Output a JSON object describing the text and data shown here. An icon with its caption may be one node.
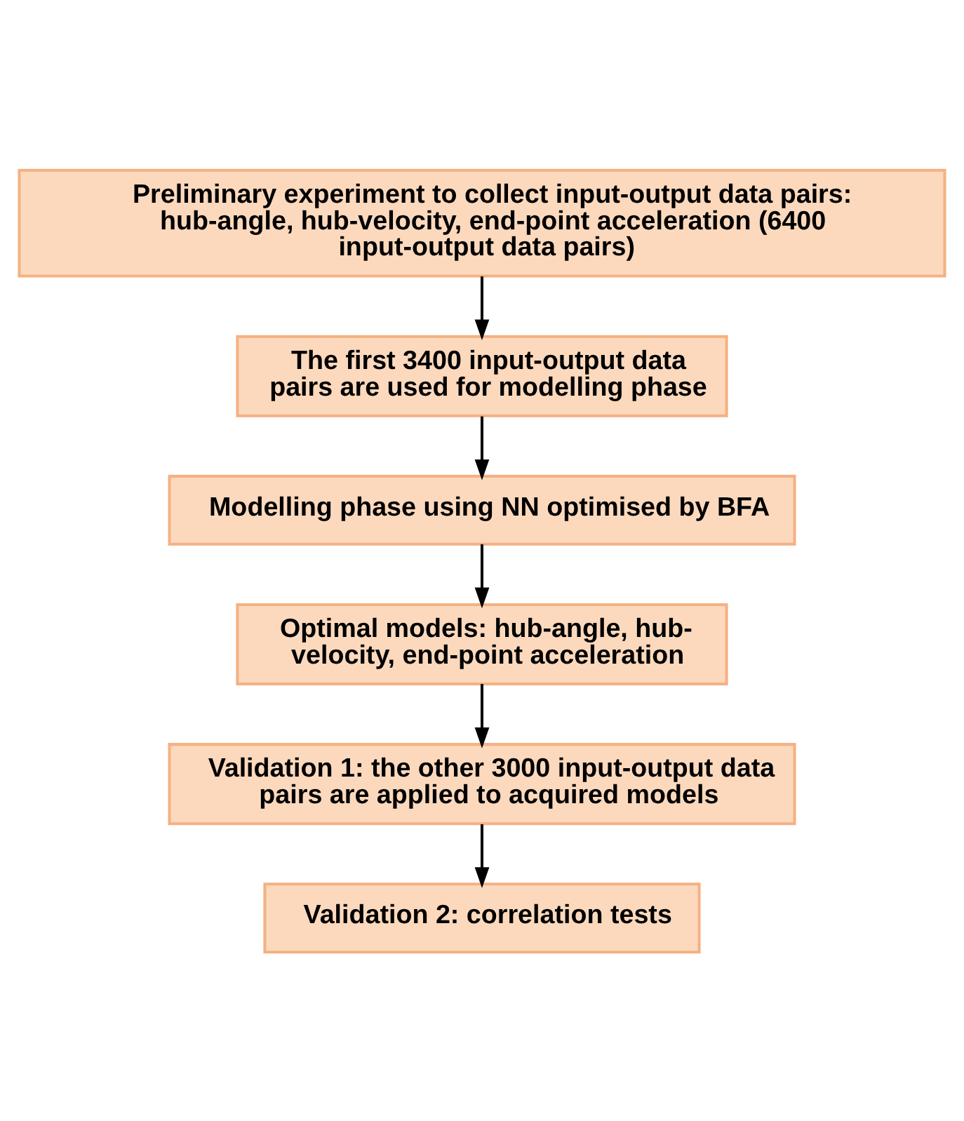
{
  "diagram": {
    "nodes": [
      {
        "text": [
          "Preliminary experiment to collect input-output data pairs: hub-angle, hub-velocity, end-point acceleration (6400 input-output data pairs)"
        ]
      },
      {
        "text": [
          "The first 3400 input-output data pairs are used for modelling phase"
        ]
      },
      {
        "text": [
          "Modelling phase using NN optimised by BFA"
        ]
      },
      {
        "text": [
          "Optimal models: hub-angle, hub-velocity, end-point acceleration"
        ]
      },
      {
        "text": [
          "Validation 1: the other 3000 input-output data pairs are applied to acquired models"
        ]
      },
      {
        "text": [
          "Validation 2: correlation tests"
        ]
      }
    ],
    "edges": [
      {
        "from": 0,
        "to": 1,
        "arrow": "to"
      },
      {
        "from": 1,
        "to": 2,
        "arrow": "to"
      },
      {
        "from": 2,
        "to": 3,
        "arrow": "to"
      },
      {
        "from": 3,
        "to": 4,
        "arrow": "to"
      },
      {
        "from": 4,
        "to": 5,
        "arrow": "to"
      }
    ]
  }
}
